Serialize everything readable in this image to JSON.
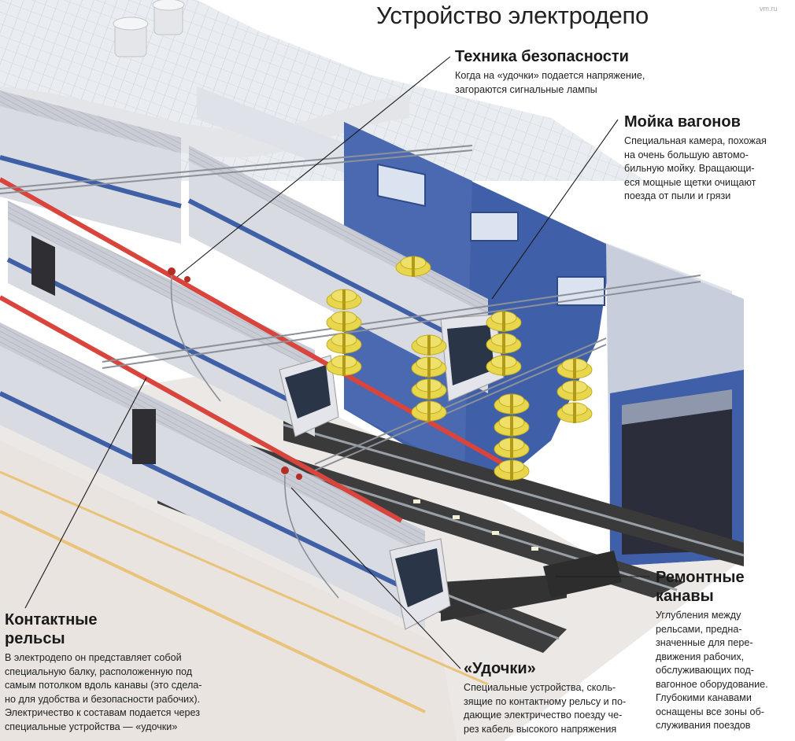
{
  "title": "Устройство электродепо",
  "credit": "vm.ru",
  "callouts": {
    "safety": {
      "heading": "Техника безопасности",
      "text": "Когда на «удочки» подается напряжение,\nзагораются сигнальные лампы"
    },
    "wash": {
      "heading": "Мойка вагонов",
      "text": "Специальная камера, похожая\nна очень большую автомо-\nбильную мойку. Вращающи-\nеся мощные щетки очищают\nпоезда от пыли и грязи"
    },
    "pits": {
      "heading": "Ремонтные\nканавы",
      "text": "Углубления между\nрельсами, предна-\nзначенные для пере-\nдвижения рабочих,\nобслуживающих под-\nвагонное оборудование.\nГлубокими канавами\nоснащены все зоны об-\nслуживания поездов"
    },
    "contact_rails": {
      "heading": "Контактные\nрельсы",
      "text": "В электродепо он представляет собой\nспециальную балку, расположенную под\nсамым потолком вдоль канавы (это сдела-\nно для удобства и безопасности рабочих).\nЭлектричество к составам подается через\nспециальные устройства — «удочки»"
    },
    "rods": {
      "heading": "«Удочки»",
      "text": "Специальные устройства, сколь-\nзящие по контактному рельсу и по-\nдающие электричество поезду че-\nрез кабель высокого напряжения"
    }
  },
  "colors": {
    "train_body": "#d9dbe2",
    "train_stripe": "#3f5fa6",
    "contact_rail": "#d9453c",
    "wash_wall": "#3f5fa8",
    "brushes": "#e6d24a",
    "floor": "#eae6e2",
    "track": "#3a3a3a"
  }
}
